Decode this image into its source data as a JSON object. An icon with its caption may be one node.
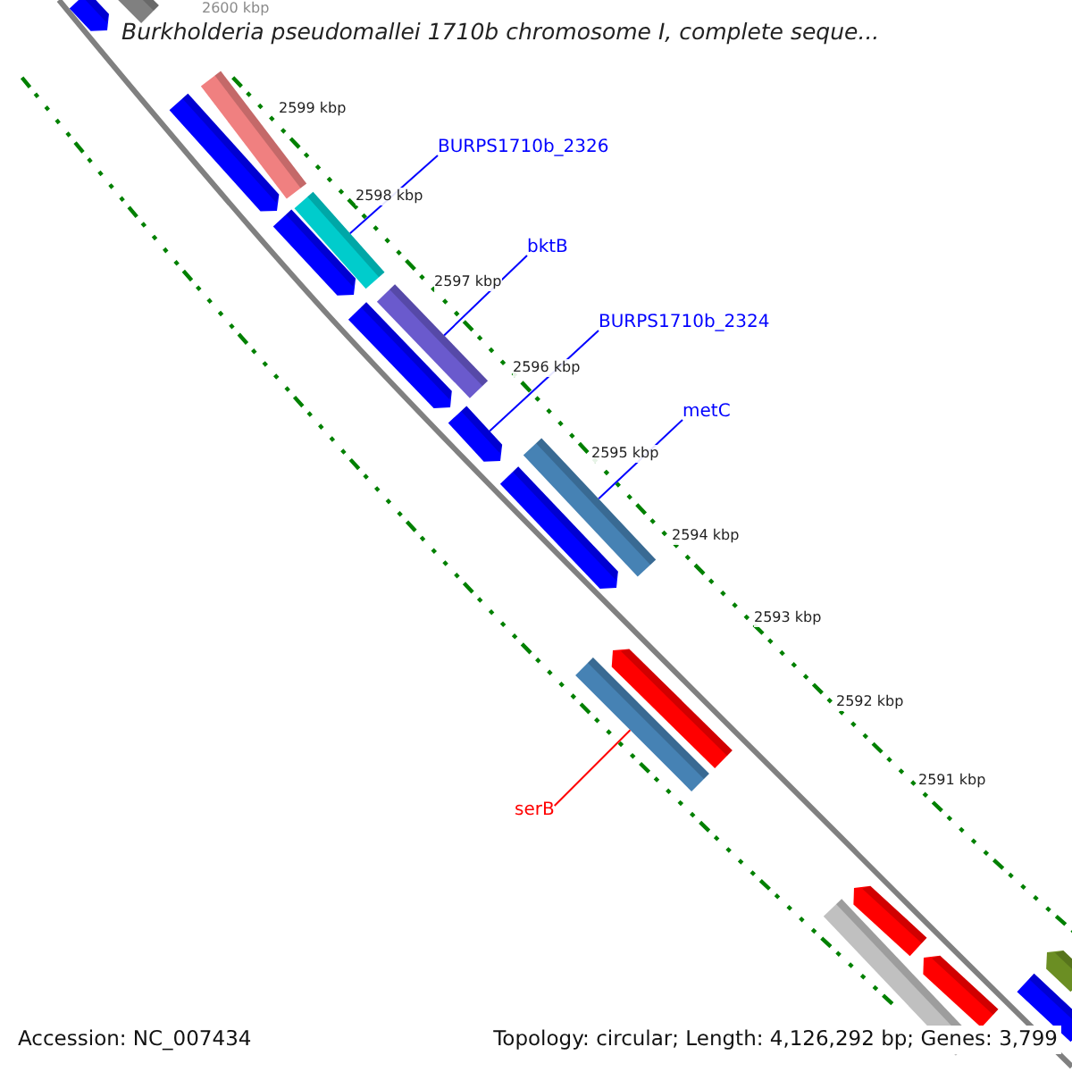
{
  "diagram": {
    "title": "Burkholderia pseudomallei 1710b chromosome I, complete seque...",
    "nodes": [
      {
        "text": [
          "BURPS1710b_2326"
        ]
      },
      {
        "text": [],
        "shape": "bar"
      },
      {
        "text": [
          "bktB"
        ]
      },
      {
        "text": [],
        "shape": "bar"
      },
      {
        "text": [
          "BURPS1710b_2324"
        ]
      },
      {
        "text": [],
        "shape": "bar"
      },
      {
        "text": [
          "metC"
        ]
      },
      {
        "text": [],
        "shape": "bar"
      },
      {
        "text": [
          "serB"
        ]
      },
      {
        "text": [],
        "shape": "bar"
      }
    ],
    "edges": [
      {
        "from": 0,
        "to": 1,
        "arrow": "none"
      },
      {
        "from": 2,
        "to": 3,
        "arrow": "none"
      },
      {
        "from": 4,
        "to": 5,
        "arrow": "none"
      },
      {
        "from": 6,
        "to": 7,
        "arrow": "none"
      },
      {
        "from": 8,
        "to": 9,
        "arrow": "none",
        "color": "#ff0000"
      }
    ],
    "labels": [
      "2600 kbp",
      "2599 kbp",
      "2598 kbp",
      "2597 kbp",
      "2596 kbp",
      "2595 kbp",
      "2594 kbp",
      "2593 kbp",
      "2592 kbp",
      "2591 kbp",
      "Accession: NC_007434",
      "Topology: circular; Length: 4,126,292 bp; Genes: 3,799"
    ]
  }
}
